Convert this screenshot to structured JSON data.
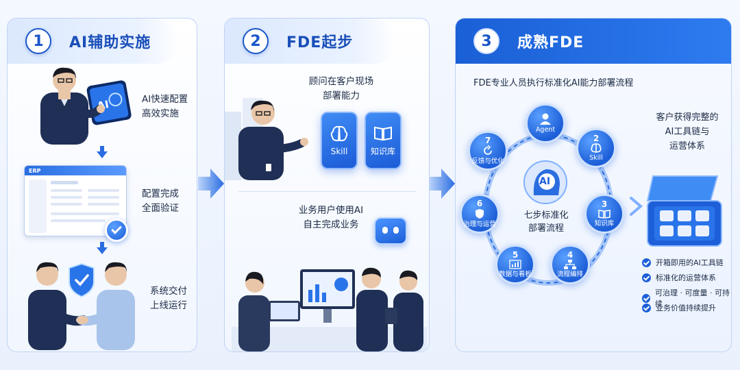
{
  "stage1": {
    "num": "1",
    "title": "AI辅助实施",
    "step1_lines": [
      "AI快速配置",
      "高效实施"
    ],
    "erp_label": "ERP",
    "step2_lines": [
      "配置完成",
      "全面验证"
    ],
    "step3_lines": [
      "系统交付",
      "上线运行"
    ]
  },
  "stage2": {
    "num": "2",
    "title": "FDE起步",
    "consult_lines": [
      "顾问在客户现场",
      "部署能力"
    ],
    "card_skill": "Skill",
    "card_kb": "知识库",
    "user_lines": [
      "业务用户使用AI",
      "自主完成业务"
    ]
  },
  "stage3": {
    "num": "3",
    "title": "成熟FDE",
    "subtitle": "FDE专业人员执行标准化AI能力部署流程",
    "center_ai": "AI",
    "center_lines": [
      "七步标准化",
      "部署流程"
    ],
    "nodes": [
      {
        "num": "",
        "label": "Agent"
      },
      {
        "num": "2",
        "label": "Skill"
      },
      {
        "num": "3",
        "label": "知识库"
      },
      {
        "num": "4",
        "label": "流程编排"
      },
      {
        "num": "5",
        "label": "数据与看板"
      },
      {
        "num": "6",
        "label": "治理与运营"
      },
      {
        "num": "7",
        "label": "反馈与优化"
      }
    ],
    "result_lines": [
      "客户获得完整的",
      "AI工具链与",
      "运营体系"
    ],
    "checklist": [
      "开箱即用的AI工具链",
      "标准化的运营体系",
      "可治理 · 可度量 · 可持续",
      "业务价值持续提升"
    ]
  },
  "colors": {
    "primary": "#1d5fd8",
    "accent": "#2e7bf0",
    "text": "#1b2a44"
  }
}
